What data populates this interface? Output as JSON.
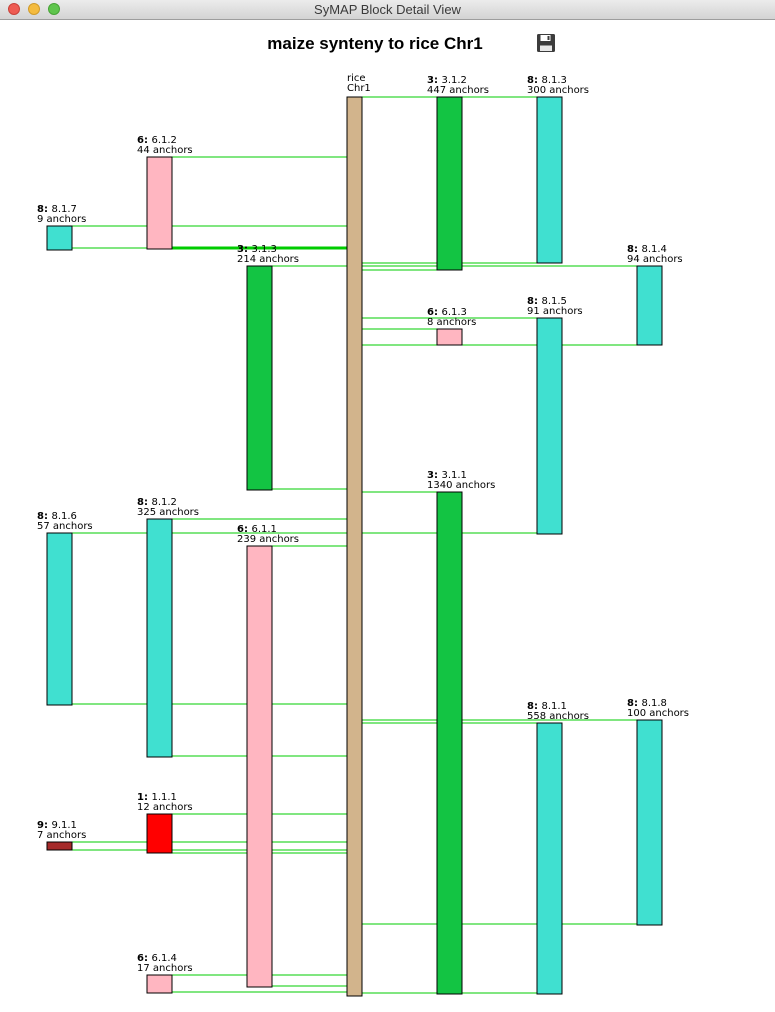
{
  "window": {
    "title": "SyMAP Block Detail View"
  },
  "view": {
    "title": "maize synteny to rice Chr1"
  },
  "icons": {
    "save": "floppy-disk-icon"
  },
  "colors": {
    "reference": "#d2b48c",
    "link": "#00cc00",
    "chr1": "#ff0000",
    "chr3": "#13c443",
    "chr6": "#ffb6c1",
    "chr8": "#40e0d0",
    "chr9": "#a52a2a"
  },
  "reference": {
    "line1": "rice",
    "line2": "Chr1"
  },
  "blocks": [
    {
      "id": "3.1.2",
      "chr": "3",
      "name": "3.1.2",
      "anchors": "447 anchors"
    },
    {
      "id": "8.1.3",
      "chr": "8",
      "name": "8.1.3",
      "anchors": "300 anchors"
    },
    {
      "id": "6.1.2",
      "chr": "6",
      "name": "6.1.2",
      "anchors": "44 anchors"
    },
    {
      "id": "8.1.7",
      "chr": "8",
      "name": "8.1.7",
      "anchors": "9 anchors"
    },
    {
      "id": "3.1.3",
      "chr": "3",
      "name": "3.1.3",
      "anchors": "214 anchors"
    },
    {
      "id": "8.1.4",
      "chr": "8",
      "name": "8.1.4",
      "anchors": "94 anchors"
    },
    {
      "id": "6.1.3",
      "chr": "6",
      "name": "6.1.3",
      "anchors": "8 anchors"
    },
    {
      "id": "8.1.5",
      "chr": "8",
      "name": "8.1.5",
      "anchors": "91 anchors"
    },
    {
      "id": "3.1.1",
      "chr": "3",
      "name": "3.1.1",
      "anchors": "1340 anchors"
    },
    {
      "id": "8.1.6",
      "chr": "8",
      "name": "8.1.6",
      "anchors": "57 anchors"
    },
    {
      "id": "8.1.2",
      "chr": "8",
      "name": "8.1.2",
      "anchors": "325 anchors"
    },
    {
      "id": "6.1.1",
      "chr": "6",
      "name": "6.1.1",
      "anchors": "239 anchors"
    },
    {
      "id": "8.1.1",
      "chr": "8",
      "name": "8.1.1",
      "anchors": "558 anchors"
    },
    {
      "id": "8.1.8",
      "chr": "8",
      "name": "8.1.8",
      "anchors": "100 anchors"
    },
    {
      "id": "1.1.1",
      "chr": "1",
      "name": "1.1.1",
      "anchors": "12 anchors"
    },
    {
      "id": "9.1.1",
      "chr": "9",
      "name": "9.1.1",
      "anchors": "7 anchors"
    },
    {
      "id": "6.1.4",
      "chr": "6",
      "name": "6.1.4",
      "anchors": "17 anchors"
    }
  ]
}
